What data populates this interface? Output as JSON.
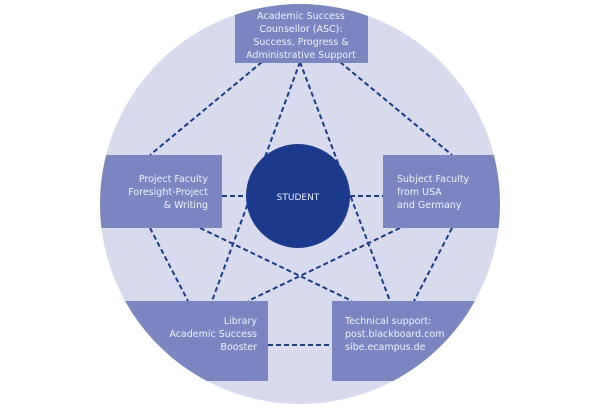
{
  "center": {
    "label": "STUDENT"
  },
  "nodes": {
    "asc": {
      "lines": [
        "Academic Success",
        "Counsellor (ASC):",
        "Success, Progress &",
        "Administrative Support"
      ]
    },
    "project_faculty": {
      "lines": [
        "Project Faculty",
        "Foresight-Project",
        "& Writing"
      ]
    },
    "subject_faculty": {
      "lines": [
        "Subject Faculty",
        "from USA",
        "and Germany"
      ]
    },
    "library": {
      "lines": [
        "Library",
        "Academic Success",
        "Booster"
      ]
    },
    "technical_support": {
      "lines": [
        "Technical support:",
        "post.blackboard.com",
        "sibe.ecampus.de"
      ]
    }
  },
  "colors": {
    "outer": "#d8dbee",
    "box": "#7b86c0",
    "center": "#1b3a8c",
    "line": "#1b3a8c"
  }
}
